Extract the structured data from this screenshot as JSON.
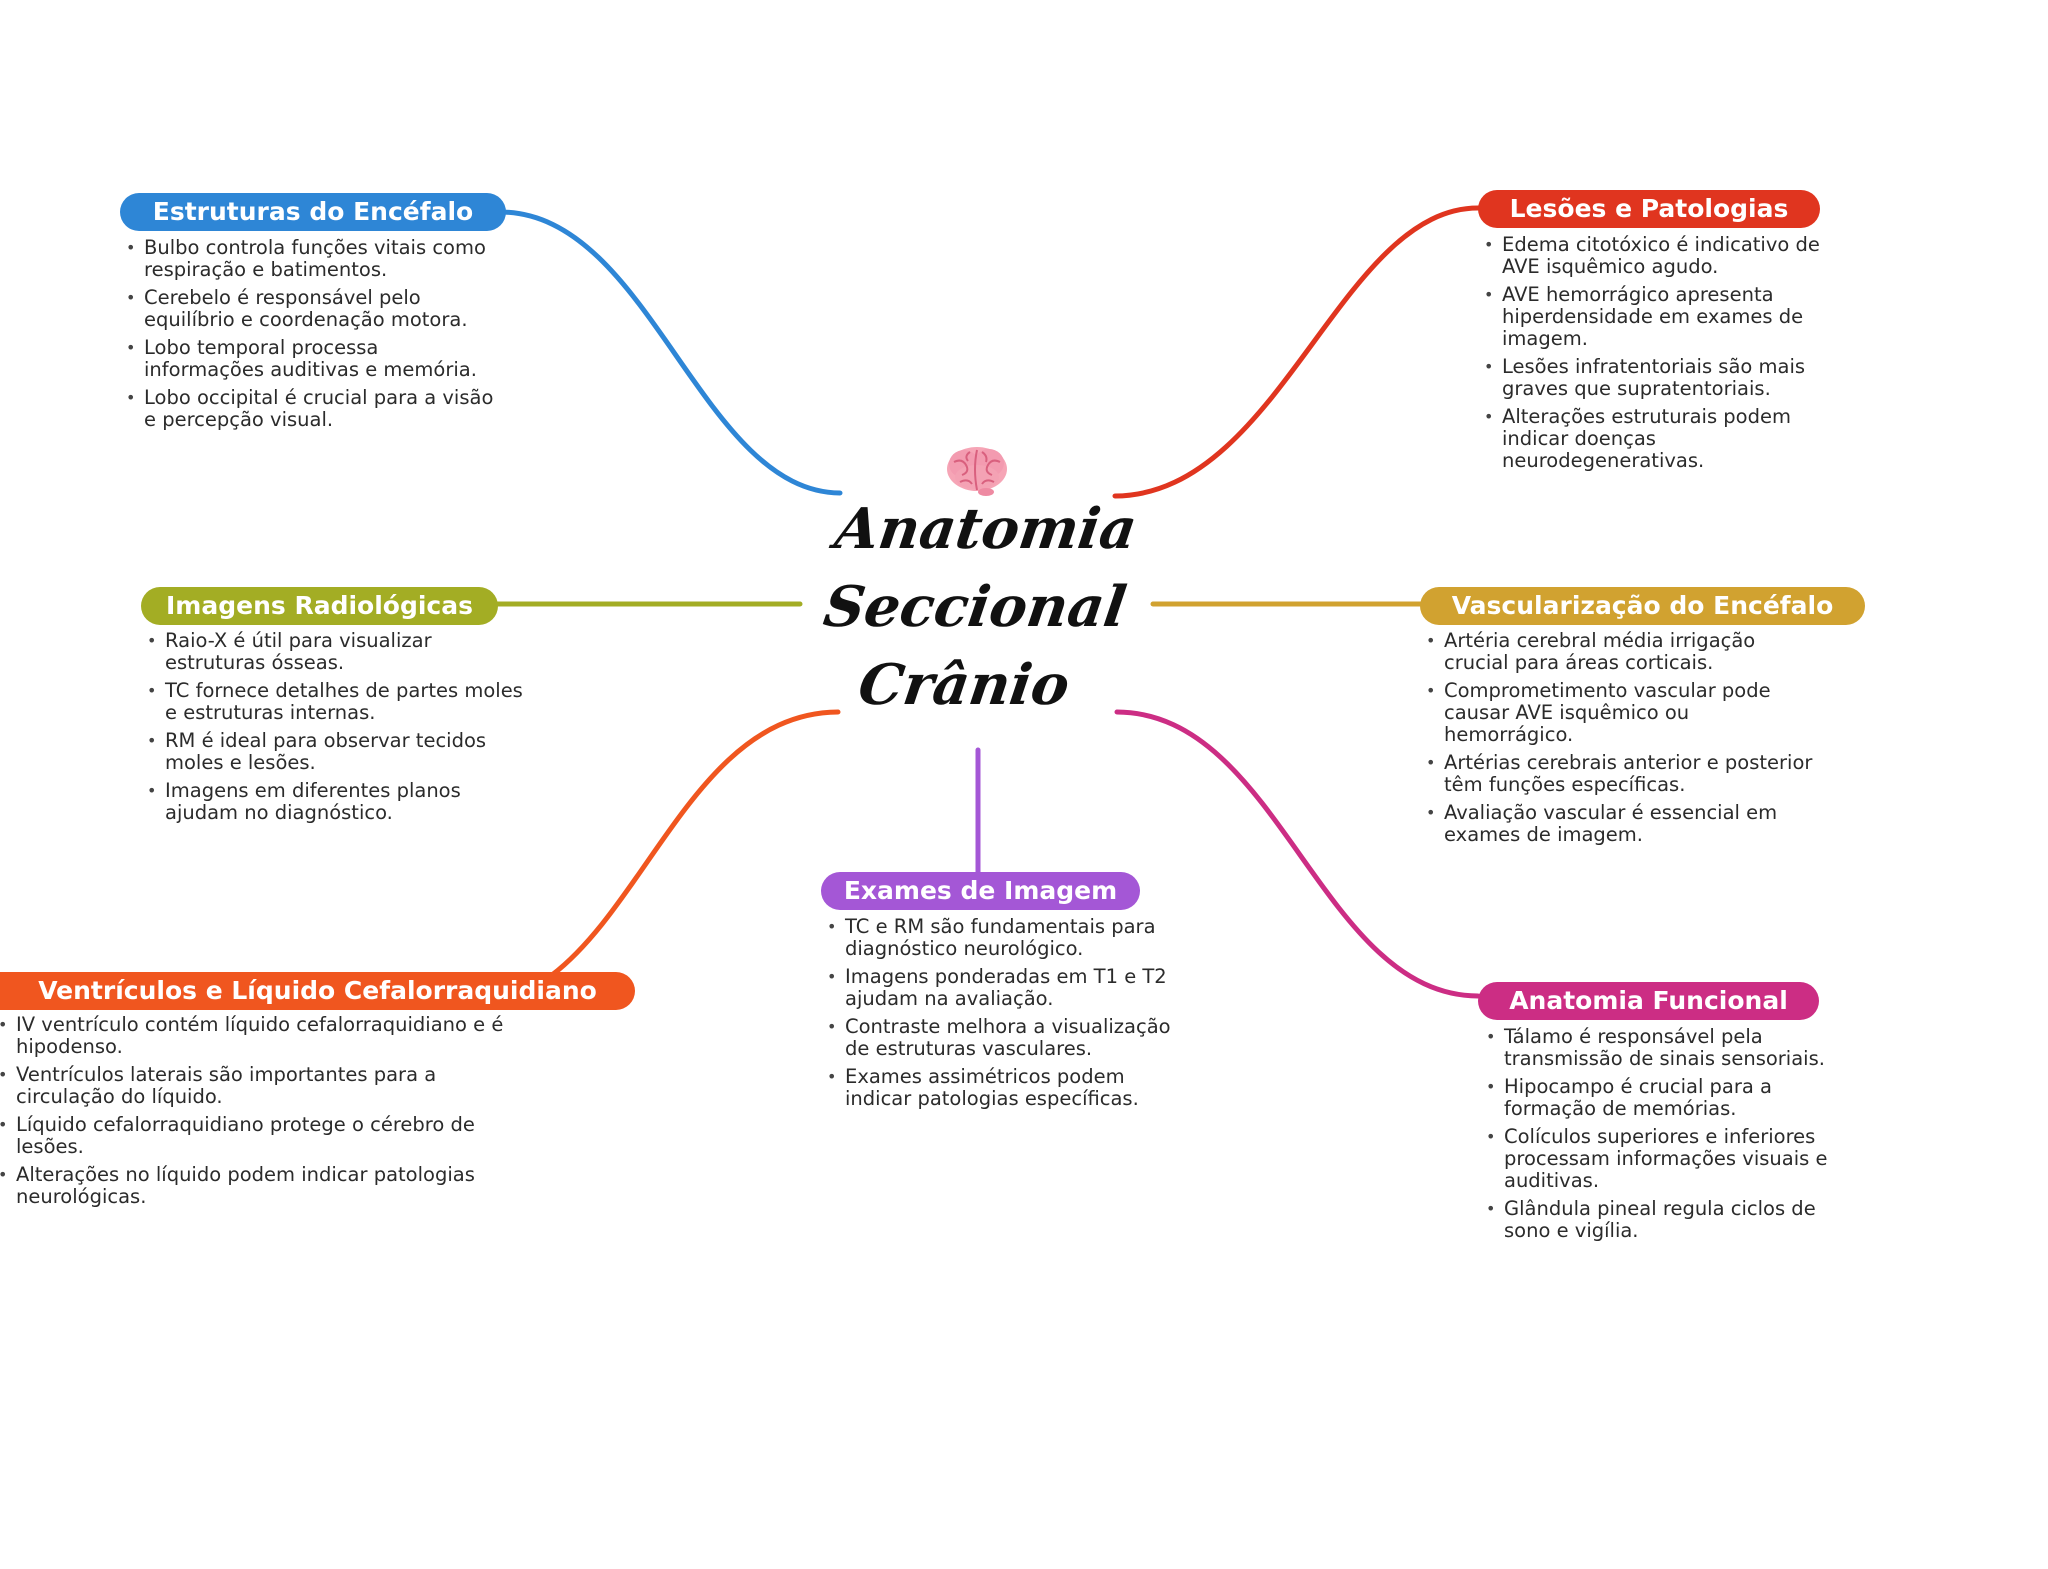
{
  "central": {
    "title_lines": [
      "Anatomia",
      "Seccional",
      "Crânio"
    ],
    "icon": "brain-icon"
  },
  "colors": {
    "estruturas": "#2e86d6",
    "lesoes": "#e0351f",
    "imagens": "#a3ad24",
    "vascularizacao": "#d1a230",
    "ventriculos": "#f0561f",
    "exames": "#a457d6",
    "funcional": "#cc2d84"
  },
  "branches": {
    "estruturas": {
      "title": "Estruturas do Encéfalo",
      "items": [
        "Bulbo controla funções vitais como respiração e batimentos.",
        "Cerebelo é responsável pelo equilíbrio e coordenação motora.",
        "Lobo temporal processa informações auditivas e memória.",
        "Lobo occipital é crucial para a visão e percepção visual."
      ]
    },
    "lesoes": {
      "title": "Lesões e Patologias",
      "items": [
        "Edema citotóxico é indicativo de AVE isquêmico agudo.",
        "AVE hemorrágico apresenta hiperdensidade em exames de imagem.",
        "Lesões infratentoriais são mais graves que supratentoriais.",
        "Alterações estruturais podem indicar doenças neurodegenerativas."
      ]
    },
    "imagens": {
      "title": "Imagens Radiológicas",
      "items": [
        "Raio-X é útil para visualizar estruturas ósseas.",
        "TC fornece detalhes de partes moles e estruturas internas.",
        "RM é ideal para observar tecidos moles e lesões.",
        "Imagens em diferentes planos ajudam no diagnóstico."
      ]
    },
    "vascularizacao": {
      "title": "Vascularização do Encéfalo",
      "items": [
        "Artéria cerebral média irrigação crucial para áreas corticais.",
        "Comprometimento vascular pode causar AVE isquêmico ou hemorrágico.",
        "Artérias cerebrais anterior e posterior têm funções específicas.",
        "Avaliação vascular é essencial em exames de imagem."
      ]
    },
    "ventriculos": {
      "title": "Ventrículos e Líquido Cefalorraquidiano",
      "items": [
        "IV ventrículo contém líquido cefalorraquidiano e é hipodenso.",
        "Ventrículos laterais são importantes para a circulação do líquido.",
        "Líquido cefalorraquidiano protege o cérebro de lesões.",
        "Alterações no líquido podem indicar patologias neurológicas."
      ]
    },
    "exames": {
      "title": "Exames de Imagem",
      "items": [
        "TC e RM são fundamentais para diagnóstico neurológico.",
        "Imagens ponderadas em T1 e T2 ajudam na avaliação.",
        "Contraste melhora a visualização de estruturas vasculares.",
        "Exames assimétricos podem indicar patologias específicas."
      ]
    },
    "funcional": {
      "title": "Anatomia Funcional",
      "items": [
        "Tálamo é responsável pela transmissão de sinais sensoriais.",
        "Hipocampo é crucial para a formação de memórias.",
        "Colículos superiores e inferiores processam informações visuais e auditivas.",
        "Glândula pineal regula ciclos de sono e vigília."
      ]
    }
  }
}
